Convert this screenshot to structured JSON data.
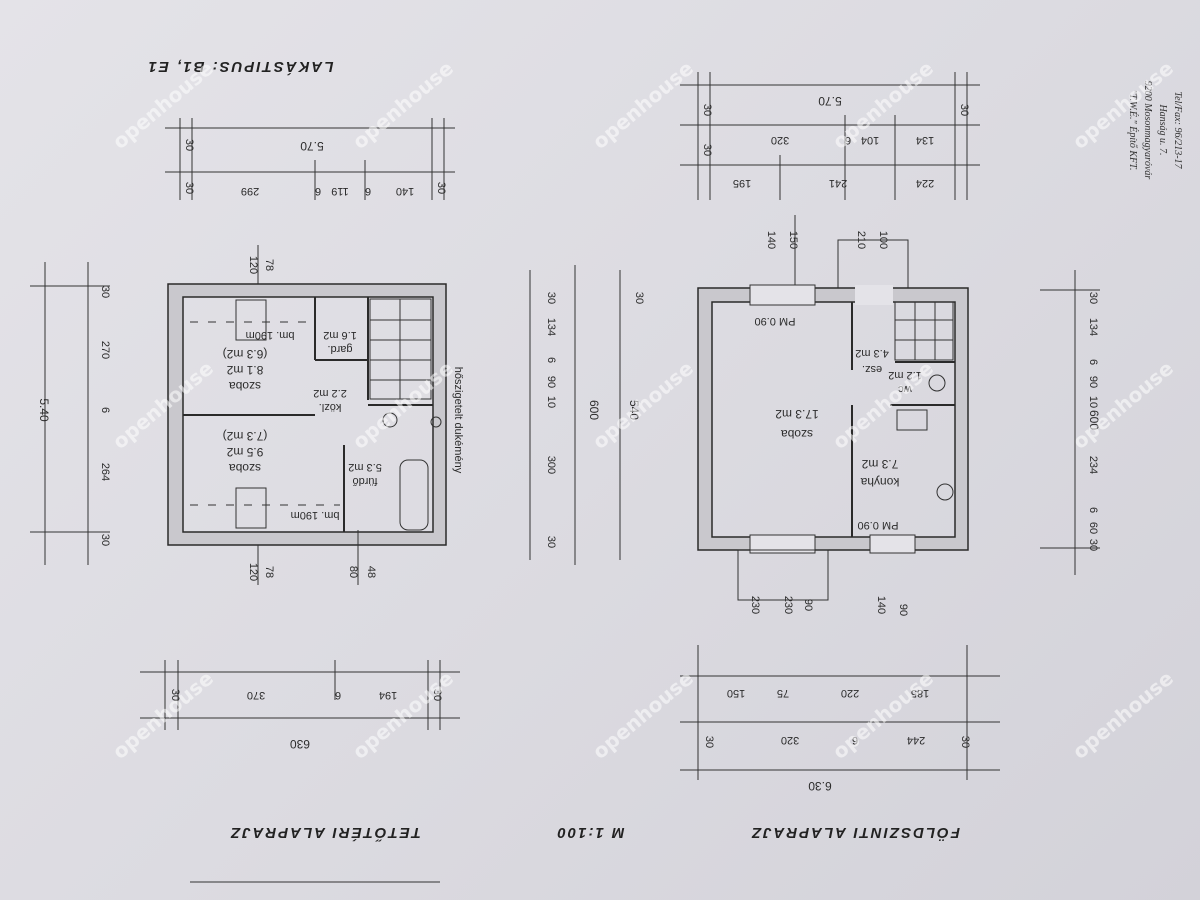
{
  "header": {
    "title": "LAKÁSTIPUS: B1, E1",
    "scale": "M 1:100"
  },
  "company": [
    "\"T.W.É.\" Építő KFT.",
    "9200 Mosonmagyaróvár",
    "Hanság u. 7.",
    "Tel/Fax: 96/213-17"
  ],
  "watermark": "openhouse",
  "ground_floor": {
    "title": "FÖLDSZINTI ALAPRAJZ",
    "rooms": [
      {
        "name": "szoba",
        "area": "17.3 m2"
      },
      {
        "name": "konyha",
        "area": "7.3 m2"
      },
      {
        "name": "esz.",
        "area": "4.3 m2"
      },
      {
        "name": "wc",
        "area": "1.2 m2"
      }
    ],
    "windows": [
      "PM 0.90",
      "PM 0.90"
    ],
    "dims_top_total": "5.70",
    "dims_top": [
      "30",
      "134",
      "6",
      "104",
      "320",
      "30"
    ],
    "dims_top2": [
      "30",
      "224",
      "241",
      "195"
    ],
    "dims_entry_top": [
      "100",
      "210",
      "150",
      "140"
    ],
    "dims_side_total": "600",
    "dims_side": [
      "30",
      "134",
      "6",
      "90",
      "10",
      "234",
      "6",
      "60",
      "30"
    ],
    "dims_bottom_entry": [
      "230",
      "230",
      "90",
      "140",
      "90"
    ],
    "dims_bottom": [
      "185",
      "220",
      "75",
      "150"
    ],
    "dims_bottom2": [
      "30",
      "244",
      "6",
      "320",
      "30"
    ],
    "dims_bottom_total": "6.30"
  },
  "attic": {
    "title": "TETŐTÉRI ALAPRAJZ",
    "rooms": [
      {
        "name": "szoba",
        "area": "8.1 m2",
        "sub": "(6.3 m2)",
        "bm": "bm. 190m"
      },
      {
        "name": "szoba",
        "area": "9.5 m2",
        "sub": "(7.3 m2)",
        "bm": "bm. 190m"
      },
      {
        "name": "gard.",
        "area": "1.6 m2"
      },
      {
        "name": "közl.",
        "area": "2.2 m2"
      },
      {
        "name": "fürdő",
        "area": "5.3 m2"
      }
    ],
    "chimney": "hőszigetelt dukémény",
    "dims_top_total": "5.70",
    "dims_top": [
      "30",
      "140",
      "6",
      "119",
      "6",
      "299",
      "30"
    ],
    "dims_inner_top": [
      "78",
      "120"
    ],
    "dims_inner_bottom": [
      "78",
      "120",
      "80",
      "48"
    ],
    "dims_left_total": "5.40",
    "dims_left": [
      "30",
      "270",
      "6",
      "264",
      "30"
    ],
    "dims_mid_total": "600",
    "dims_mid": [
      "30",
      "134",
      "6",
      "90",
      "10",
      "300",
      "30"
    ],
    "dims_mid_total2": "540",
    "dims_bottom": [
      "30",
      "194",
      "6",
      "370",
      "30"
    ],
    "dims_bottom_total": "630"
  }
}
